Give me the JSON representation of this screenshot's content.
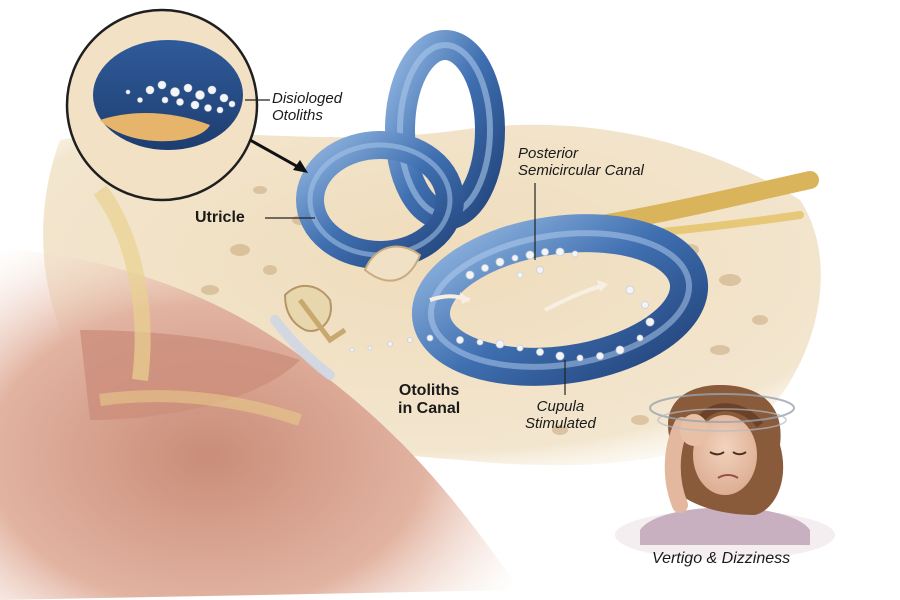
{
  "labels": {
    "dislodged_otoliths": [
      "Disiologed",
      "Otoliths"
    ],
    "utricle": "Utricle",
    "posterior_canal": [
      "Posterior",
      "Semicircular Canal"
    ],
    "otoliths_in_canal": [
      "Otoliths",
      "in Canal"
    ],
    "cupula_stimulated": [
      "Cupula",
      "Stimulated"
    ],
    "vertigo": "Vertigo & Dizziness"
  },
  "colors": {
    "canal_blue": "#3f6fb0",
    "canal_dark": "#24467e",
    "tissue_pink": "#d8a08e",
    "bone_cream": "#ecd9b8",
    "nerve_yellow": "#d9b45a",
    "otolith_white": "#f4f4f4"
  }
}
